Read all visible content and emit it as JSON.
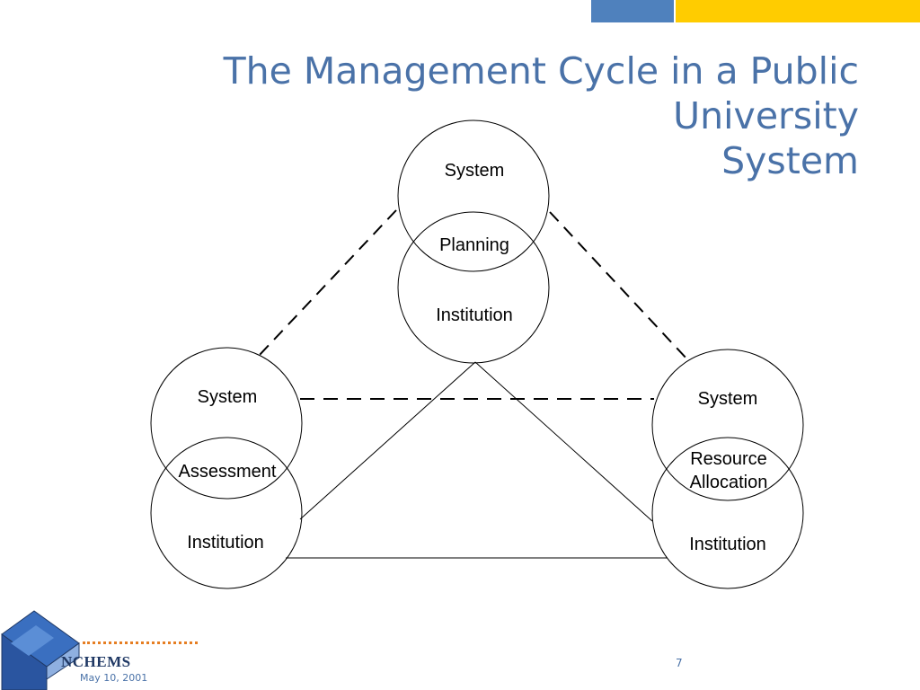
{
  "slide": {
    "title_line1": "The Management Cycle in a Public University",
    "title_line2": "System",
    "page_number": "7",
    "date": "May 10, 2001",
    "logo_text": "NCHEMS"
  },
  "nodes": {
    "planning": {
      "top": "System",
      "middle": "Planning",
      "bottom": "Institution"
    },
    "assessment": {
      "top": "System",
      "middle": "Assessment",
      "bottom": "Institution"
    },
    "resource": {
      "top": "System",
      "middle_line1": "Resource",
      "middle_line2": "Allocation",
      "bottom": "Institution"
    }
  },
  "colors": {
    "title": "#4a72a8",
    "bar_blue": "#4f81bd",
    "bar_yellow": "#ffcc00",
    "logo_blue": "#2e5fa8",
    "logo_dots": "#e67e22"
  }
}
